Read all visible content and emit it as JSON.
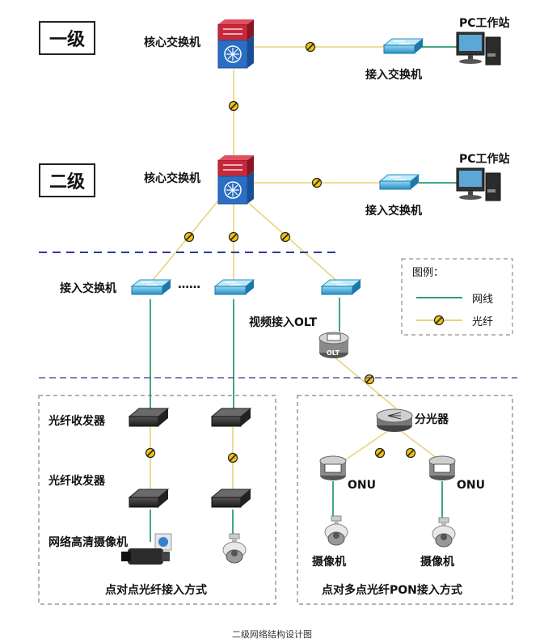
{
  "caption": "二级网络结构设计图",
  "levels": {
    "level1": "一级",
    "level2": "二级"
  },
  "nodes": {
    "core_switch_1": "核心交换机",
    "core_switch_2": "核心交换机",
    "access_switch_1": "接入交换机",
    "access_switch_2": "接入交换机",
    "access_switch_left": "接入交换机",
    "pc_workstation_1": "PC工作站",
    "pc_workstation_2": "PC工作站",
    "video_olt": "视频接入OLT",
    "olt_badge": "OLT",
    "fiber_transceiver_1": "光纤收发器",
    "fiber_transceiver_2": "光纤收发器",
    "hd_camera": "网络高清摄像机",
    "splitter": "分光器",
    "onu_left": "ONU",
    "onu_right": "ONU",
    "camera_left": "摄像机",
    "camera_right": "摄像机",
    "ellipsis": "……"
  },
  "sections": {
    "p2p": "点对点光纤接入方式",
    "pon": "点对多点光纤PON接入方式"
  },
  "legend": {
    "title": "图例：",
    "network_cable": "网线",
    "fiber": "光纤"
  },
  "colors": {
    "fiber": "#e8d47a",
    "cable": "#2e9d6c",
    "dashed_blue": "#2d3a9e",
    "core_switch_red": "#c8283a",
    "core_switch_blue": "#2a6fc4",
    "access_switch": "#3aa8d8"
  }
}
